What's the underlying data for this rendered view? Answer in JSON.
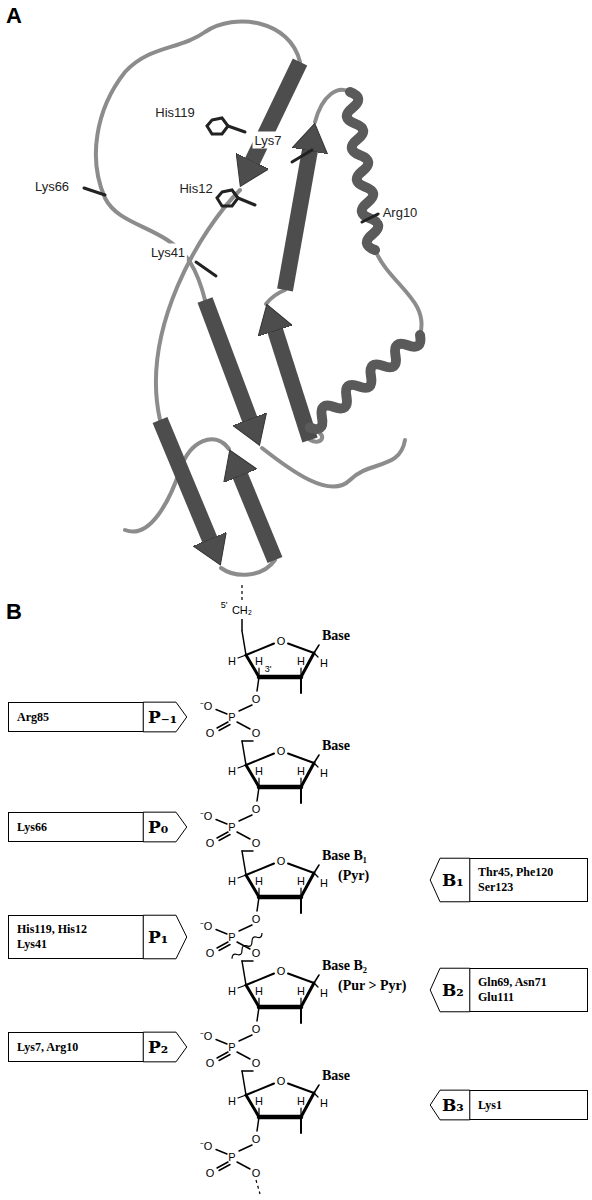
{
  "diagram": {
    "nodes": [
      {
        "text": [
          "Arg85",
          "P₋₁"
        ]
      },
      {
        "text": [
          "Lys66",
          "P₀"
        ]
      },
      {
        "text": [
          "His119, His12 Lys41",
          "P₁"
        ]
      },
      {
        "text": [
          "Lys7, Arg10",
          "P₂"
        ]
      },
      {
        "text": [
          "Thr45, Phe120 Ser123",
          "B₁"
        ]
      },
      {
        "text": [
          "Gln69, Asn71 Glu111",
          "B₂"
        ]
      },
      {
        "text": [
          "Lys1",
          "B₃"
        ]
      }
    ],
    "labels": [
      "A",
      "His119",
      "Lys66",
      "Lys7",
      "His12",
      "Lys41",
      "Arg10",
      "B",
      "5'",
      "CH₂",
      "Base",
      "O",
      "H",
      "H",
      "H",
      "H",
      "3'",
      "O",
      "⁻O",
      "P",
      "O",
      "O",
      "Base",
      "O",
      "H",
      "H",
      "H",
      "H",
      "O",
      "⁻O",
      "P",
      "O",
      "O",
      "Base B₁",
      "(Pyr)",
      "O",
      "H",
      "H",
      "H",
      "H",
      "O",
      "⁻O",
      "P",
      "O",
      "O",
      "Base B₂",
      "(Pur > Pyr)",
      "O",
      "H",
      "H",
      "H",
      "H",
      "O",
      "⁻O",
      "P",
      "O",
      "O",
      "Base",
      "O",
      "H",
      "H",
      "H",
      "H",
      "O",
      "⁻O",
      "P",
      "O",
      "O"
    ]
  }
}
